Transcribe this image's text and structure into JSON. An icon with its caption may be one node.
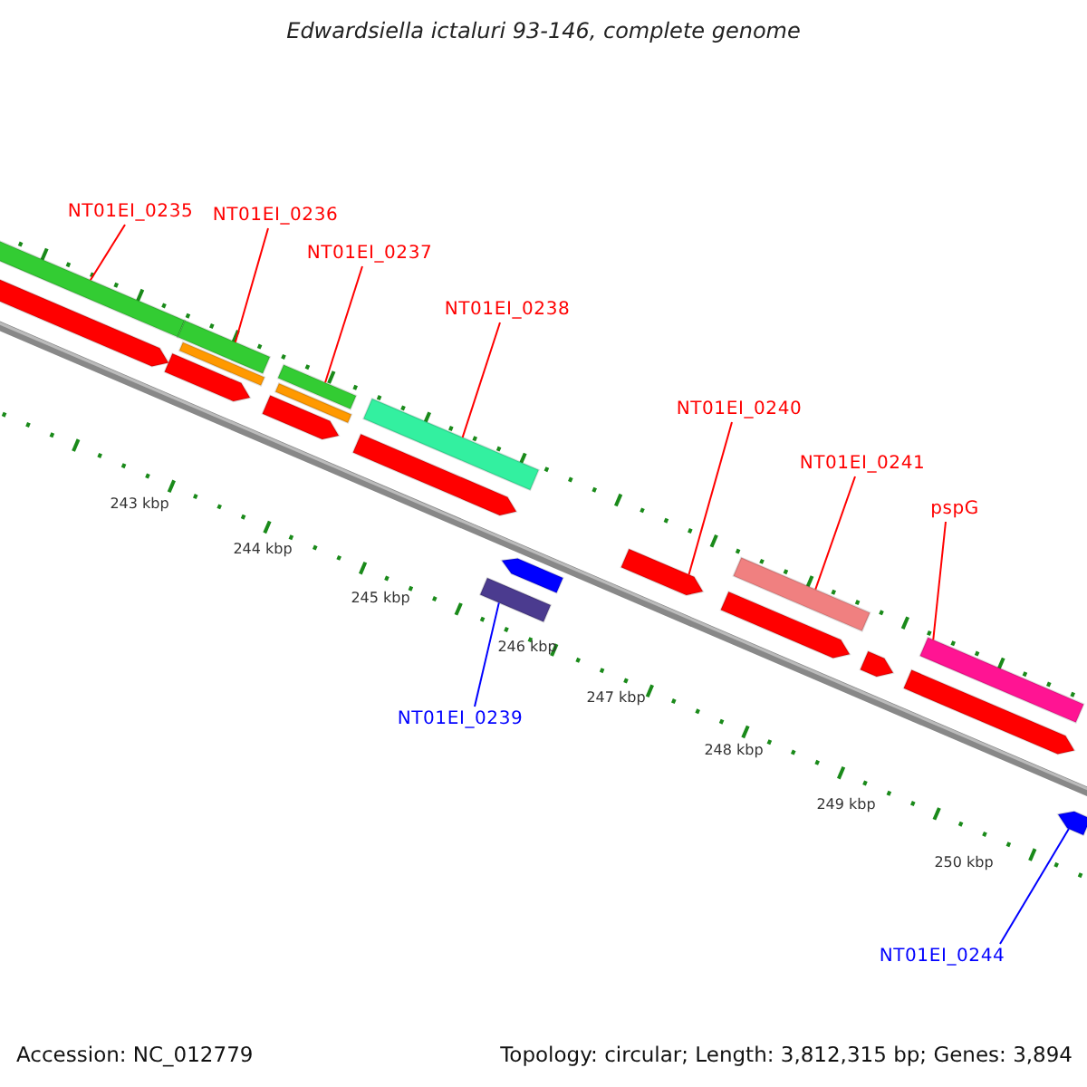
{
  "diagram": {
    "title": "Edwardsiella ictaluri 93-146, complete genome",
    "nodes": [
      {
        "text": [
          "NT01EI_0235"
        ]
      },
      {
        "text": [
          "NT01EI_0236"
        ]
      },
      {
        "text": [
          "NT01EI_0237"
        ]
      },
      {
        "text": [
          "NT01EI_0238"
        ]
      },
      {
        "text": [
          "NT01EI_0240"
        ]
      },
      {
        "text": [
          "NT01EI_0241"
        ]
      },
      {
        "text": [
          "pspG"
        ]
      },
      {
        "text": [
          "NT01EI_0239"
        ]
      },
      {
        "text": [
          "NT01EI_0244"
        ]
      },
      {
        "text": [],
        "shape": "bar"
      },
      {
        "text": [],
        "shape": "bar"
      },
      {
        "text": [],
        "shape": "bar"
      },
      {
        "text": [],
        "shape": "bar"
      },
      {
        "text": [],
        "shape": "arrow"
      },
      {
        "text": [],
        "shape": "bar"
      },
      {
        "text": [],
        "shape": "bar"
      },
      {
        "text": [],
        "shape": "bar"
      },
      {
        "text": [],
        "shape": "arrow"
      },
      {
        "text": [],
        "shape": "bar"
      },
      {
        "text": [],
        "shape": "bar"
      },
      {
        "text": [],
        "shape": "arrow"
      },
      {
        "text": [],
        "shape": "arrow"
      },
      {
        "text": [],
        "shape": "arrow"
      },
      {
        "text": [],
        "shape": "arrow"
      },
      {
        "text": [],
        "shape": "arrow"
      },
      {
        "text": [],
        "shape": "arrow"
      },
      {
        "text": [],
        "shape": "arrow"
      },
      {
        "text": [],
        "shape": "arrow"
      }
    ],
    "edges": [
      {
        "from": 0,
        "to": 9,
        "arrow": "none"
      },
      {
        "from": 1,
        "to": 10,
        "arrow": "none"
      },
      {
        "from": 2,
        "to": 11,
        "arrow": "none"
      },
      {
        "from": 3,
        "to": 12,
        "arrow": "none"
      },
      {
        "from": 4,
        "to": 13,
        "arrow": "none"
      },
      {
        "from": 5,
        "to": 14,
        "arrow": "none"
      },
      {
        "from": 6,
        "to": 15,
        "arrow": "none"
      },
      {
        "from": 7,
        "to": 16,
        "arrow": "none",
        "color": "#0000ff"
      },
      {
        "from": 8,
        "to": 17,
        "arrow": "none",
        "color": "#0000ff"
      }
    ],
    "labels": [
      "243 kbp",
      "244 kbp",
      "245 kbp",
      "246 kbp",
      "247 kbp",
      "248 kbp",
      "249 kbp",
      "250 kbp",
      "Accession: NC_012779",
      "Topology: circular; Length: 3,812,315 bp; Genes: 3,894"
    ]
  }
}
